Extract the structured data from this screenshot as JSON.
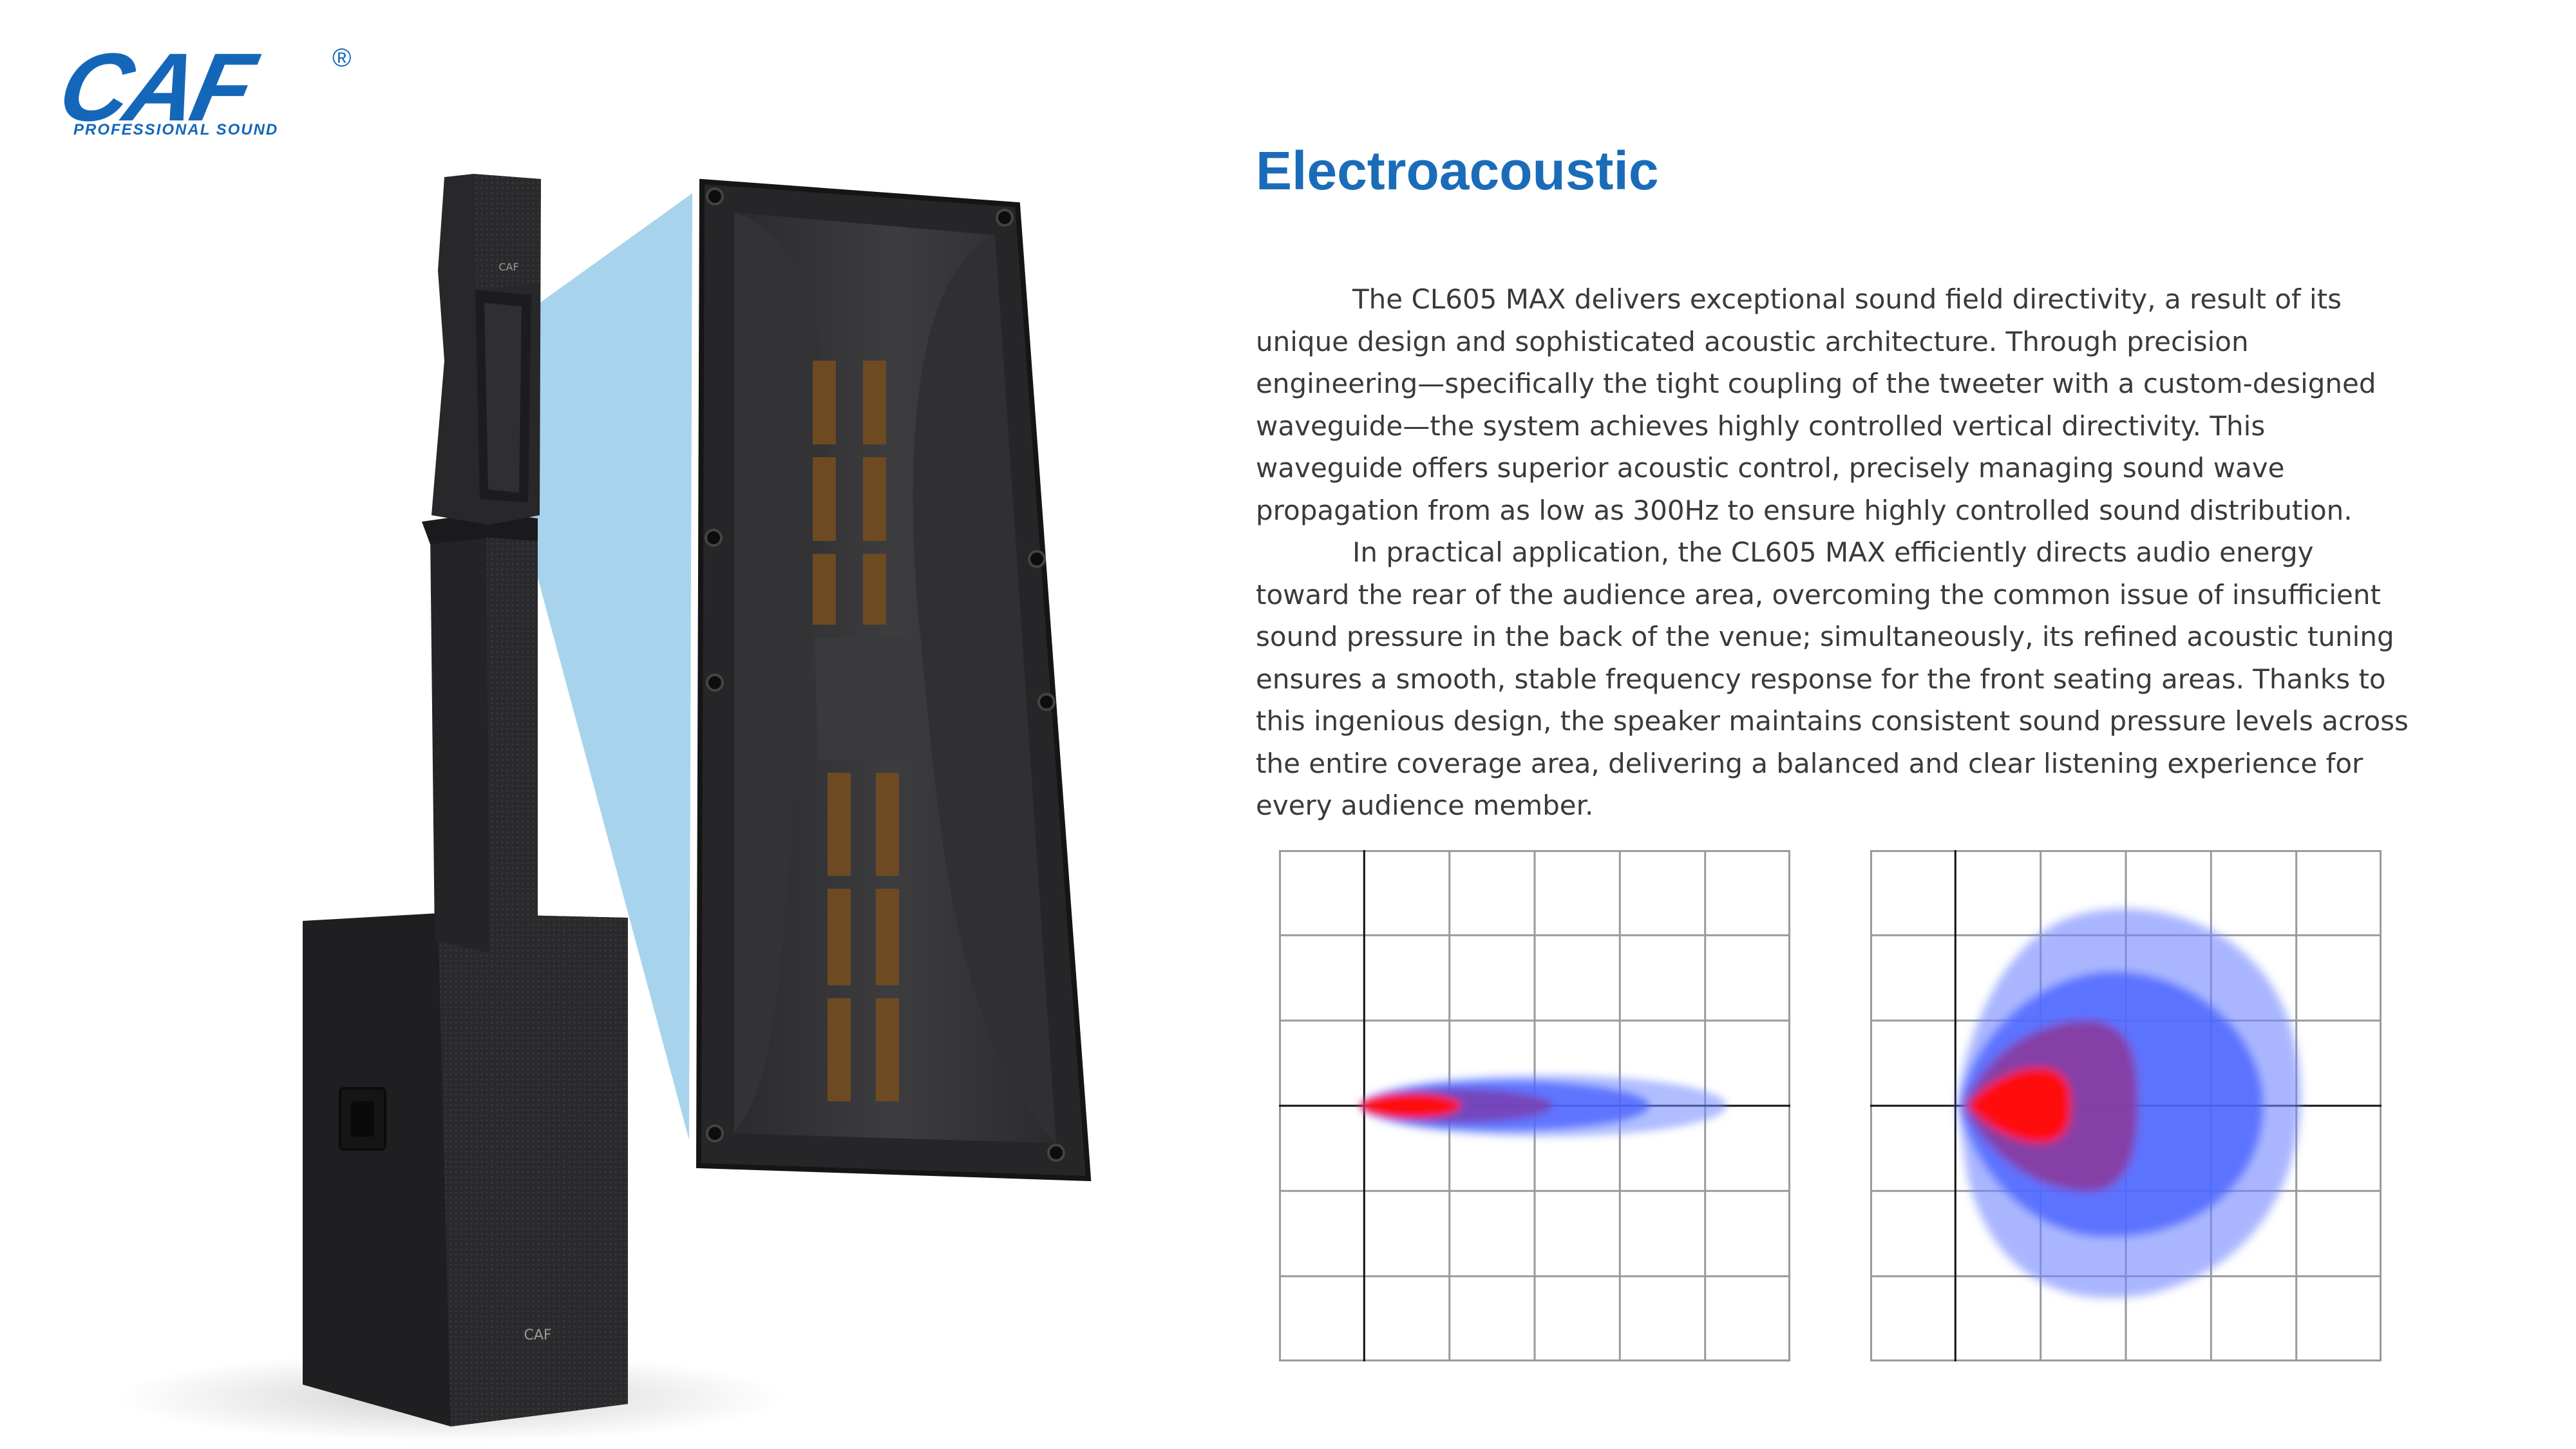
{
  "brand": {
    "logo_text": "CAF",
    "registered_mark": "®",
    "tagline": "PROFESSIONAL SOUND",
    "brand_color": "#1467b8"
  },
  "title": "Electroacoustic",
  "paragraphs": [
    "The CL605 MAX delivers exceptional sound field directivity, a result of its unique design and sophisticated acoustic architecture. Through precision engineering—specifically the tight coupling of the tweeter with a custom-designed waveguide—the system achieves highly controlled vertical directivity. This waveguide offers superior acoustic control, precisely managing sound wave propagation from as low as 300Hz to ensure highly controlled sound distribution.",
    "In practical application, the CL605 MAX efficiently directs audio energy toward the rear of the audience area, overcoming the common issue of insufficient sound pressure in the back of the venue; simultaneously, its refined acoustic tuning ensures a smooth, stable frequency response for the front seating areas. Thanks to this ingenious design, the speaker maintains consistent sound pressure levels across the entire coverage area, delivering a balanced and clear listening experience for every audience member."
  ],
  "illustrations": {
    "product": "column-speaker-with-subwoofer",
    "detail": "waveguide-horn-closeup",
    "highlight_color": "#a8d3ec"
  },
  "coverage_plots": {
    "grid_cells": 6,
    "colors": [
      "#6f86ff",
      "#4a63ff",
      "#8a3a9c",
      "#ff1010"
    ],
    "plots": [
      "narrow-vertical-coverage",
      "wide-horizontal-coverage"
    ]
  }
}
